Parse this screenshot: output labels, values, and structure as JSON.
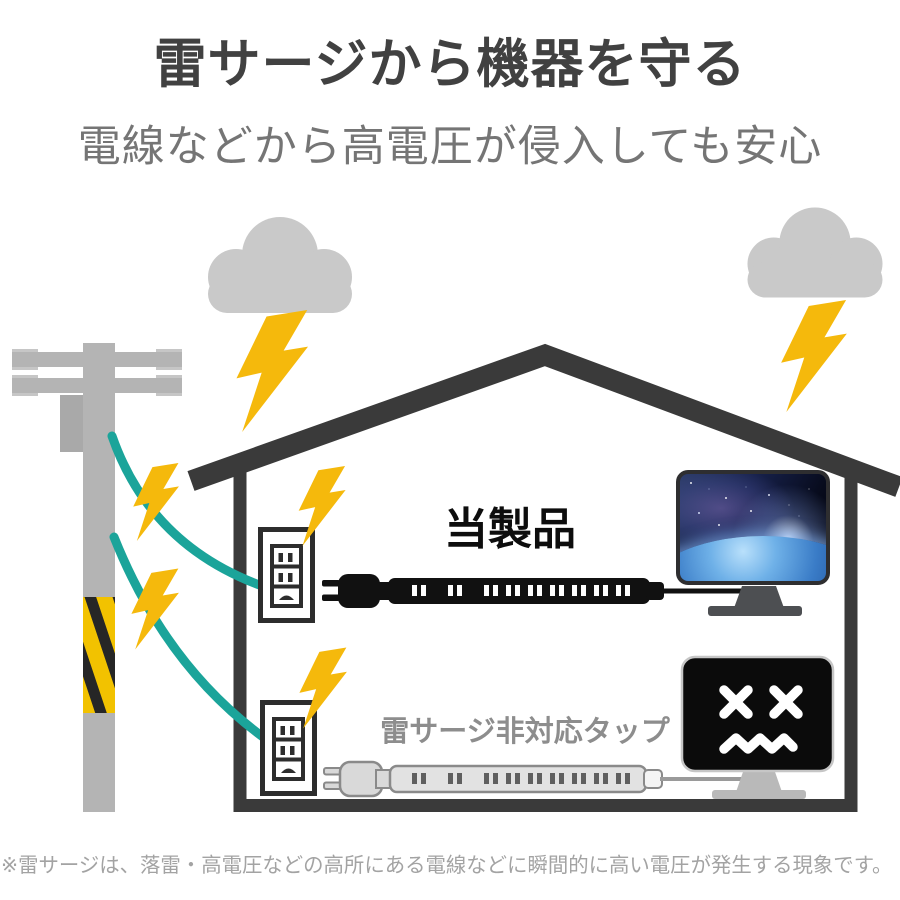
{
  "header": {
    "title": "雷サージから機器を守る",
    "subtitle": "電線などから高電圧が侵入しても安心"
  },
  "diagram": {
    "labels": {
      "this_product": "当製品",
      "non_surge_strip": "雷サージ非対応タップ"
    },
    "power_strips": {
      "outlet_pairs": 9
    },
    "colors": {
      "lightning_yellow": "#F5B90C",
      "wire_teal": "#1BA49A",
      "house_dark_gray": "#3A3A3A",
      "cloud_gray": "#C9C9C9",
      "pole_gray": "#B4B4B4",
      "pole_band_yellow": "#F2C200",
      "product_strip_black": "#111111",
      "non_surge_text_gray": "#8D8D8D"
    }
  },
  "footnote": "※雷サージは、落雷・高電圧などの高所にある電線などに瞬間的に高い電圧が発生する現象です。"
}
